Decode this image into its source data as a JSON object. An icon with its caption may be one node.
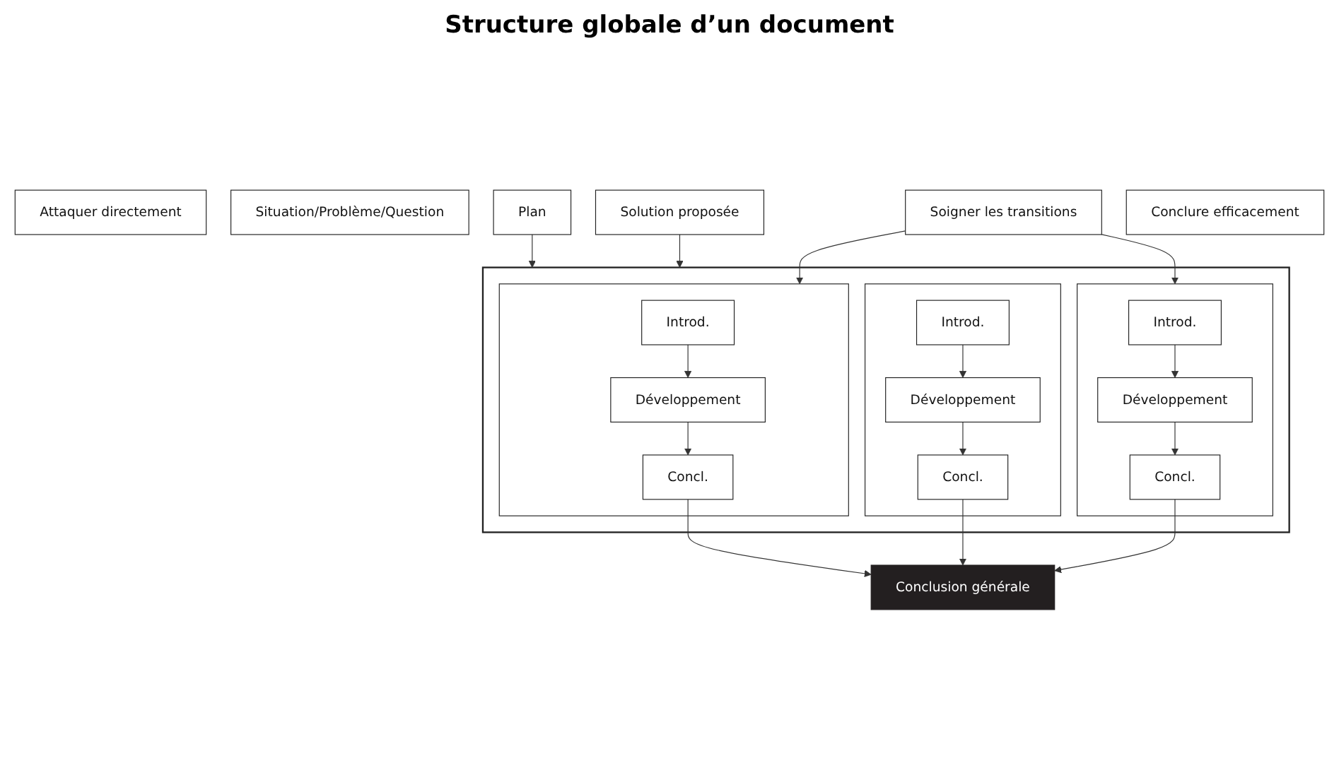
{
  "diagram": {
    "title": "Structure globale d’un document",
    "nodes": [
      {
        "text": [
          "Attaquer directement"
        ]
      },
      {
        "text": [
          "Situation/Problème/Question"
        ]
      },
      {
        "text": [
          "Solution proposée"
        ]
      },
      {
        "text": [
          "Plan"
        ]
      },
      {
        "text": [
          "Soigner les transitions"
        ]
      },
      {
        "text": [],
        "shape": "box"
      },
      {
        "text": [],
        "shape": "bar",
        "in": 5
      },
      {
        "text": [
          "Introd."
        ],
        "in": 6
      },
      {
        "text": [
          "Développement"
        ],
        "in": 6
      },
      {
        "text": [
          "Concl."
        ],
        "in": 6
      },
      {
        "text": [],
        "shape": "bar",
        "in": 5
      },
      {
        "text": [
          "Introd."
        ],
        "in": 10
      },
      {
        "text": [
          "Développement"
        ],
        "in": 10
      },
      {
        "text": [
          "Concl."
        ],
        "in": 10
      },
      {
        "text": [],
        "shape": "bar",
        "in": 5
      },
      {
        "text": [
          "Introd."
        ],
        "in": 14
      },
      {
        "text": [
          "Développement"
        ],
        "in": 14
      },
      {
        "text": [
          "Concl."
        ],
        "in": 14
      },
      {
        "text": [
          "Conclure efficacement"
        ]
      },
      {
        "text": [
          "Conclusion générale"
        ]
      }
    ],
    "edges": [
      {
        "from": 3,
        "to": 5,
        "arrow": "to"
      },
      {
        "from": 2,
        "to": 5,
        "arrow": "to"
      },
      {
        "from": 4,
        "to": 6,
        "arrow": "to"
      },
      {
        "from": 4,
        "to": 14,
        "arrow": "to"
      },
      {
        "from": 7,
        "to": 8,
        "arrow": "to"
      },
      {
        "from": 8,
        "to": 9,
        "arrow": "to"
      },
      {
        "from": 11,
        "to": 12,
        "arrow": "to"
      },
      {
        "from": 12,
        "to": 13,
        "arrow": "to"
      },
      {
        "from": 15,
        "to": 16,
        "arrow": "to"
      },
      {
        "from": 16,
        "to": 17,
        "arrow": "to"
      },
      {
        "from": 17,
        "to": 19,
        "arrow": "to"
      },
      {
        "from": 13,
        "to": 19,
        "arrow": "to"
      },
      {
        "from": 9,
        "to": 19,
        "arrow": "to"
      }
    ]
  }
}
